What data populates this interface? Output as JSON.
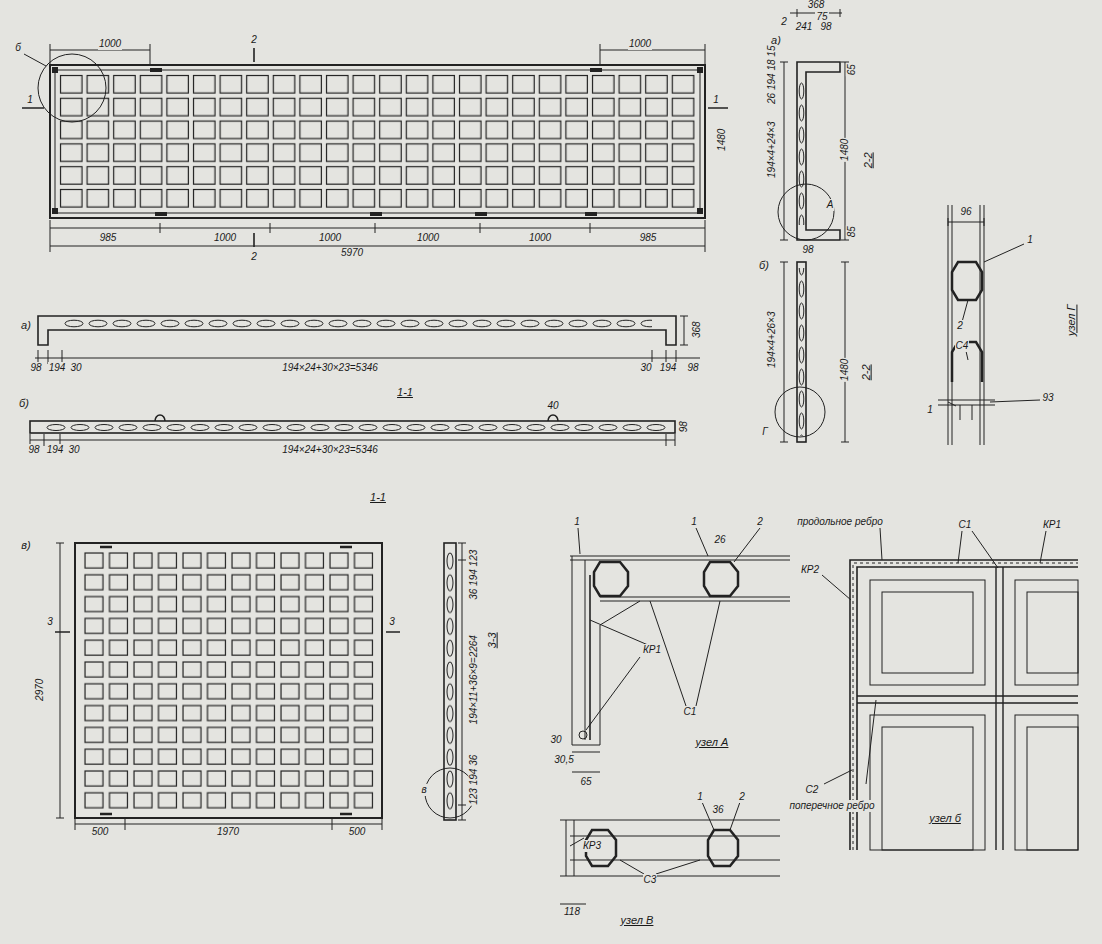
{
  "diagram": {
    "labels": [
      "б",
      "1000",
      "1000",
      "2",
      "1",
      "1",
      "1480",
      "985",
      "1000",
      "1000",
      "1000",
      "1000",
      "985",
      "2",
      "5970",
      "а)",
      "98",
      "194",
      "30",
      "194×24+30×23=5346",
      "30",
      "194",
      "98",
      "368",
      "1-1",
      "б)",
      "98",
      "194",
      "30",
      "194×24+30×23=5346",
      "40",
      "98",
      "1-1",
      "368",
      "2",
      "75",
      "241",
      "98",
      "а)",
      "26 194 18 15",
      "194×4+24×3",
      "65",
      "1480",
      "2-2",
      "А",
      "85",
      "98",
      "б)",
      "194×4+26×3",
      "1480",
      "2-2",
      "Г",
      "96",
      "1",
      "2",
      "С4",
      "1",
      "93",
      "узел Г",
      "в)",
      "3",
      "3",
      "2970",
      "500",
      "1970",
      "500",
      "36 194 123",
      "194×11+36×9=2264",
      "123 194 36",
      "3-3",
      "в",
      "1",
      "1",
      "2",
      "26",
      "КР1",
      "С1",
      "30",
      "30,5",
      "65",
      "узел А",
      "1",
      "2",
      "36",
      "КР3",
      "С3",
      "118",
      "узел В",
      "продольное ребро",
      "С1",
      "КР1",
      "КР2",
      "С2",
      "поперечное ребро",
      "узел б"
    ]
  }
}
